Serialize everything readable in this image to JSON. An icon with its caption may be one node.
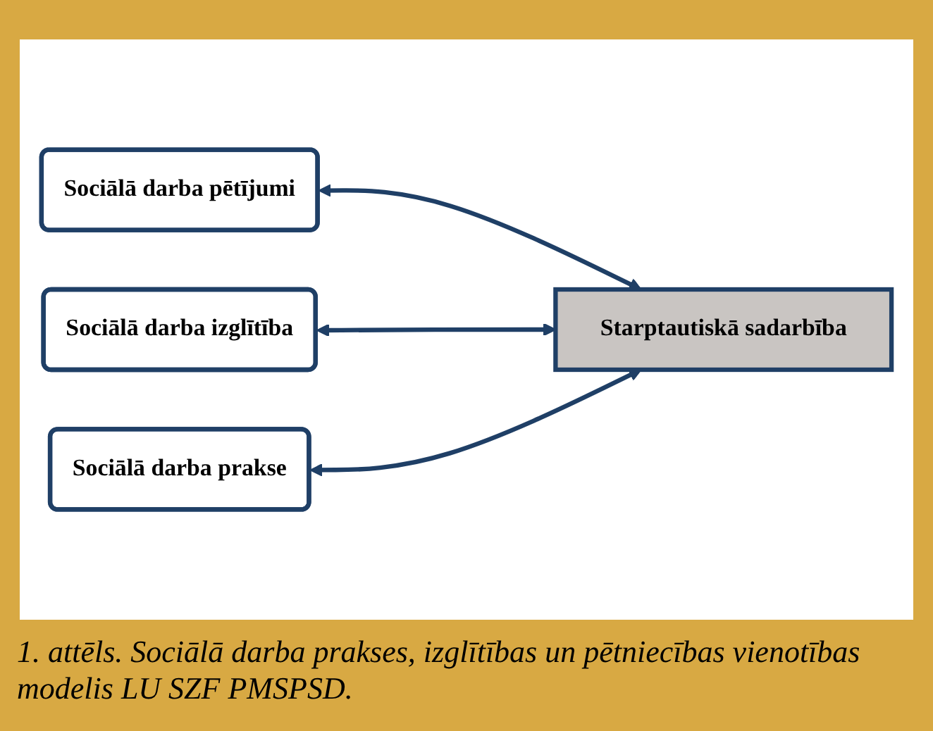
{
  "diagram": {
    "caption": "1. attēls. Sociālā darba prakses, izglītības un pētniecības vienotības modelis LU SZF PMSPSD.",
    "nodes": [
      {
        "text": [
          "Sociālā darba pētījumi"
        ]
      },
      {
        "text": [
          "Sociālā darba izglītība"
        ]
      },
      {
        "text": [
          "Sociālā darba prakse"
        ]
      },
      {
        "text": [
          "Starptautiskā sadarbība"
        ]
      }
    ],
    "edges": [
      {
        "from": 0,
        "to": 3,
        "arrow": "both"
      },
      {
        "from": 1,
        "to": 3,
        "arrow": "both"
      },
      {
        "from": 2,
        "to": 3,
        "arrow": "both"
      }
    ]
  }
}
